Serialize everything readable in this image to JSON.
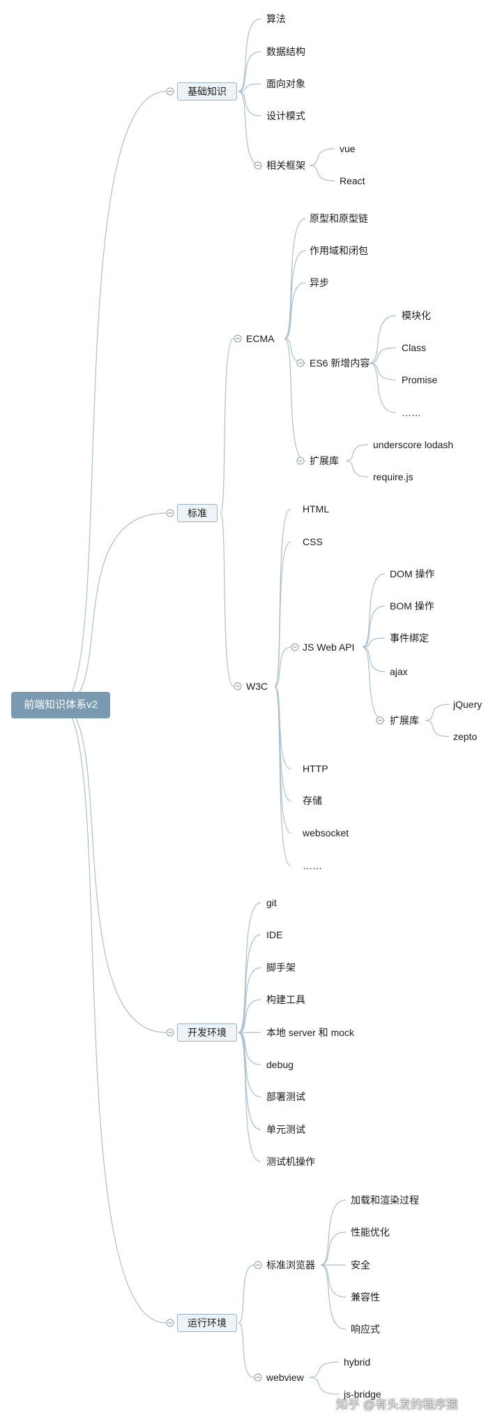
{
  "root": "前端知识体系v2",
  "branches": {
    "basics": {
      "label": "基础知识",
      "items": [
        "算法",
        "数据结构",
        "面向对象",
        "设计模式"
      ],
      "frameworks": {
        "label": "相关框架",
        "items": [
          "vue",
          "React"
        ]
      }
    },
    "standards": {
      "label": "标准",
      "ecma": {
        "label": "ECMA",
        "items": [
          "原型和原型链",
          "作用域和闭包",
          "异步"
        ],
        "es6": {
          "label": "ES6 新增内容",
          "items": [
            "模块化",
            "Class",
            "Promise",
            "……"
          ]
        },
        "ext": {
          "label": "扩展库",
          "items": [
            "underscore lodash",
            "require.js"
          ]
        }
      },
      "w3c": {
        "label": "W3C",
        "items_top": [
          "HTML",
          "CSS"
        ],
        "jswebapi": {
          "label": "JS Web API",
          "items": [
            "DOM 操作",
            "BOM 操作",
            "事件绑定",
            "ajax"
          ],
          "ext": {
            "label": "扩展库",
            "items": [
              "jQuery",
              "zepto"
            ]
          }
        },
        "items_bottom": [
          "HTTP",
          "存储",
          "websocket",
          "……"
        ]
      }
    },
    "devenv": {
      "label": "开发环境",
      "items": [
        "git",
        "IDE",
        "脚手架",
        "构建工具",
        "本地 server 和 mock",
        "debug",
        "部署测试",
        "单元测试",
        "测试机操作"
      ]
    },
    "runtime": {
      "label": "运行环境",
      "browser": {
        "label": "标准浏览器",
        "items": [
          "加载和渲染过程",
          "性能优化",
          "安全",
          "兼容性",
          "响应式"
        ]
      },
      "webview": {
        "label": "webview",
        "items": [
          "hybrid",
          "js-bridge"
        ]
      }
    }
  },
  "watermark": "知乎 @有头发的程序猿",
  "colors": {
    "link": "#a9bfcf",
    "root_bg": "#7a9ab2",
    "box_bg": "#eef3f7",
    "box_border": "#9bb2c4"
  }
}
